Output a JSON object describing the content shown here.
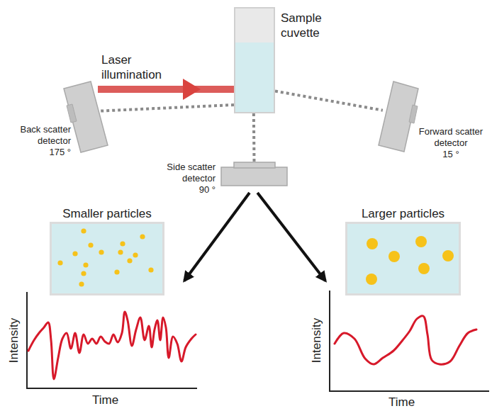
{
  "diagram": {
    "nodes": [
      {
        "text": [
          "Sample cuvette"
        ]
      },
      {
        "text": [
          "Back scatter detector",
          "175 °"
        ]
      },
      {
        "text": [
          "Side scatter detector",
          "90 °"
        ]
      },
      {
        "text": [
          "Forward scatter detector",
          "15 °"
        ]
      },
      {
        "text": [
          "Smaller particles"
        ]
      },
      {
        "text": [
          "Larger particles"
        ]
      }
    ],
    "edges": [
      {
        "from": 0,
        "to": 1,
        "arrow": "none"
      },
      {
        "from": 0,
        "to": 2,
        "arrow": "none"
      },
      {
        "from": 0,
        "to": 3,
        "arrow": "none"
      },
      {
        "from": 2,
        "to": 4,
        "arrow": "to"
      },
      {
        "from": 2,
        "to": 5,
        "arrow": "to"
      }
    ],
    "labels": [
      "Laser illumination",
      "Intensity",
      "Time",
      "Intensity",
      "Time"
    ]
  }
}
